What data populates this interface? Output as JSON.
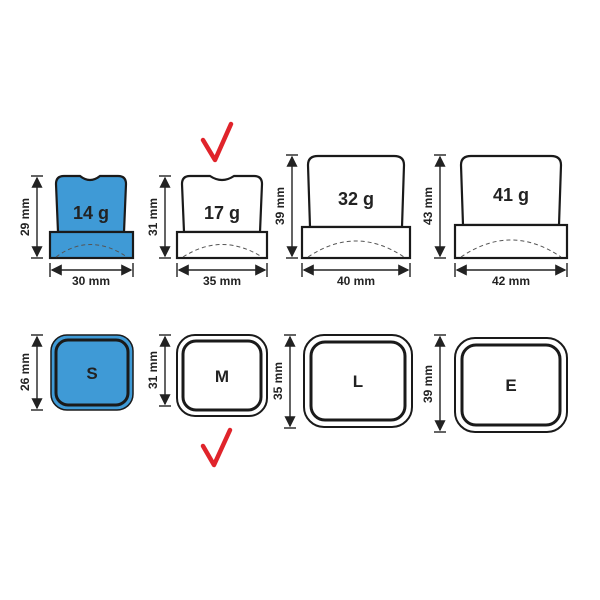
{
  "colors": {
    "selected_fill": "#3f9ad6",
    "check": "#e0242b"
  },
  "side_view": [
    {
      "weight": "14 g",
      "height": "29 mm",
      "width": "30 mm",
      "highlighted": true
    },
    {
      "weight": "17 g",
      "height": "31 mm",
      "width": "35 mm",
      "highlighted": false
    },
    {
      "weight": "32 g",
      "height": "39 mm",
      "width": "40 mm",
      "highlighted": false
    },
    {
      "weight": "41 g",
      "height": "43 mm",
      "width": "42 mm",
      "highlighted": false
    }
  ],
  "top_view": [
    {
      "size": "S",
      "height": "26 mm",
      "highlighted": true
    },
    {
      "size": "M",
      "height": "31 mm",
      "highlighted": false
    },
    {
      "size": "L",
      "height": "35 mm",
      "highlighted": false
    },
    {
      "size": "E",
      "height": "39 mm",
      "highlighted": false
    }
  ],
  "marks": {
    "check_icon": "check-icon",
    "marked_size": "M"
  }
}
